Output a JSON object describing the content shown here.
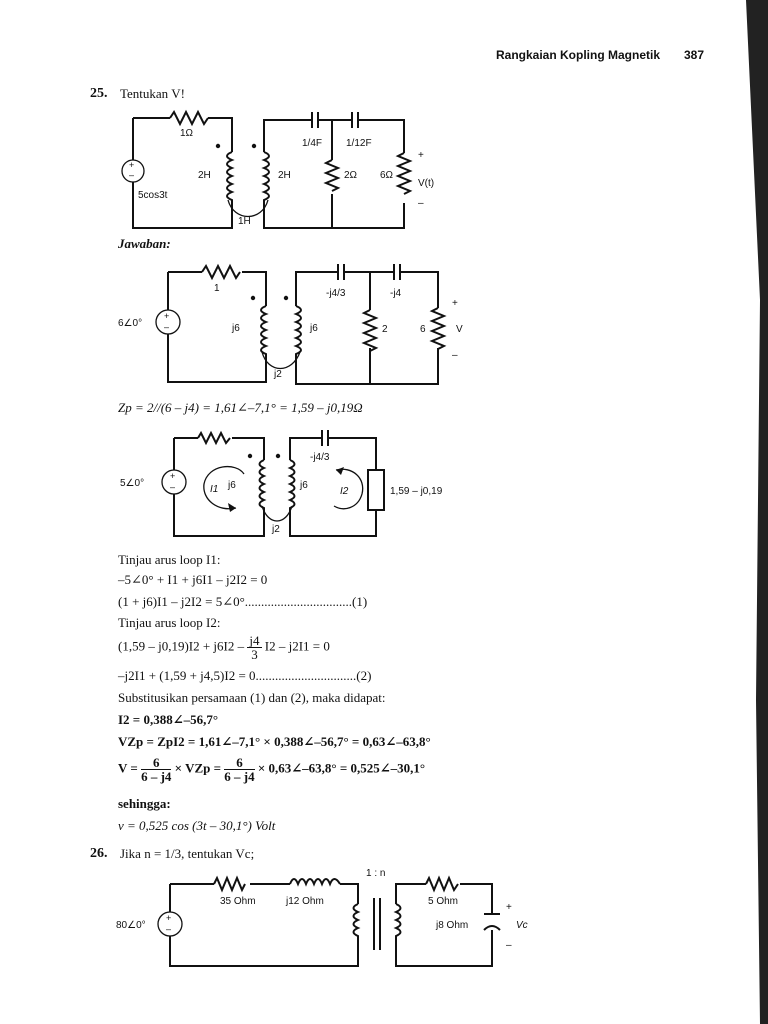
{
  "header": {
    "running_title": "Rangkaian Kopling Magnetik",
    "page_number": "387"
  },
  "p25": {
    "number": "25.",
    "question": "Tentukan V!",
    "fig1": {
      "r1": "1Ω",
      "source": "5cos3t",
      "l1": "2H",
      "l2": "2H",
      "m": "1H",
      "c1": "1/4F",
      "c2": "1/12F",
      "r2": "2Ω",
      "r3": "6Ω",
      "vout": "V(t)",
      "plus": "+",
      "minus": "–"
    },
    "answer_label": "Jawaban:",
    "fig2": {
      "source": "6∠0°",
      "r1": "1",
      "l1": "j6",
      "l2": "j6",
      "m": "j2",
      "c1": "-j4/3",
      "c2": "-j4",
      "r2": "2",
      "r3": "6",
      "v": "V",
      "plus": "+",
      "minus": "–"
    },
    "zp_line": "Zp = 2//(6 – j4) = 1,61∠–7,1° = 1,59 – j0,19Ω",
    "fig3": {
      "source": "5∠0°",
      "l1": "j6",
      "l2": "j6",
      "m": "j2",
      "c1": "-j4/3",
      "zp": "1,59 – j0,19",
      "i1": "I1",
      "i2": "I2"
    },
    "loop1_title": "Tinjau arus loop I1:",
    "eq1a": "–5∠0° + I1 + j6I1 – j2I2 = 0",
    "eq1b": "(1 + j6)I1 – j2I2 = 5∠0°.................................(1)",
    "loop2_title": "Tinjau arus loop I2:",
    "eq2a_left": "(1,59 – j0,19)I2 + j6I2 –",
    "eq2a_num": "j4",
    "eq2a_den": "3",
    "eq2a_right": "I2 – j2I1 = 0",
    "eq2b": "–j2I1 + (1,59 + j4,5)I2 = 0...............................(2)",
    "subst": "Substitusikan persamaan (1) dan (2), maka didapat:",
    "res1": "I2 = 0,388∠–56,7°",
    "res2": "VZp = ZpI2 = 1,61∠–7,1° × 0,388∠–56,7° = 0,63∠–63,8°",
    "res3_a": "V =",
    "res3_num1": "6",
    "res3_den1": "6 – j4",
    "res3_b": "× VZp =",
    "res3_num2": "6",
    "res3_den2": "6 – j4",
    "res3_c": "× 0,63∠–63,8° = 0,525∠–30,1°",
    "sehingga": "sehingga:",
    "final": "v = 0,525 cos (3t – 30,1°) Volt"
  },
  "p26": {
    "number": "26.",
    "question": "Jika n = 1/3, tentukan Vc;",
    "fig": {
      "source": "80∠0°",
      "r1": "35 Ohm",
      "l1": "j12 Ohm",
      "ratio": "1 : n",
      "r2": "5 Ohm",
      "c": "j8 Ohm",
      "vc": "Vc",
      "plus": "+",
      "minus": "–"
    }
  }
}
